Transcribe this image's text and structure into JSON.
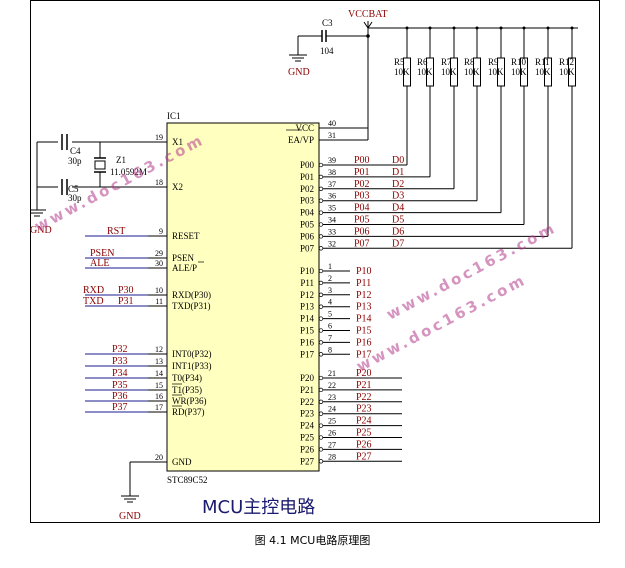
{
  "caption": "图 4.1 MCU电路原理图",
  "schematic_title": "MCU主控电路",
  "chip": {
    "ref": "IC1",
    "part": "STC89C52",
    "left_pins": [
      {
        "num": "19",
        "name": "X1"
      },
      {
        "num": "18",
        "name": "X2"
      },
      {
        "num": "9",
        "name": "RESET"
      },
      {
        "num": "29",
        "name": "PSEN"
      },
      {
        "num": "30",
        "name": "ALE/P"
      },
      {
        "num": "10",
        "name": "RXD(P30)"
      },
      {
        "num": "11",
        "name": "TXD(P31)"
      },
      {
        "num": "12",
        "name": "INT0(P32)"
      },
      {
        "num": "13",
        "name": "INT1(P33)"
      },
      {
        "num": "14",
        "name": "T0(P34)"
      },
      {
        "num": "15",
        "name": "T1(P35)"
      },
      {
        "num": "16",
        "name": "WR(P36)"
      },
      {
        "num": "17",
        "name": "RD(P37)"
      },
      {
        "num": "20",
        "name": "GND"
      }
    ],
    "right_pins": [
      {
        "num": "40",
        "name": "VCC"
      },
      {
        "num": "31",
        "name": "EA/VP"
      },
      {
        "num": "39",
        "name": "P00"
      },
      {
        "num": "38",
        "name": "P01"
      },
      {
        "num": "37",
        "name": "P02"
      },
      {
        "num": "36",
        "name": "P03"
      },
      {
        "num": "35",
        "name": "P04"
      },
      {
        "num": "34",
        "name": "P05"
      },
      {
        "num": "33",
        "name": "P06"
      },
      {
        "num": "32",
        "name": "P07"
      },
      {
        "num": "1",
        "name": "P10"
      },
      {
        "num": "2",
        "name": "P11"
      },
      {
        "num": "3",
        "name": "P12"
      },
      {
        "num": "4",
        "name": "P13"
      },
      {
        "num": "5",
        "name": "P14"
      },
      {
        "num": "6",
        "name": "P15"
      },
      {
        "num": "7",
        "name": "P16"
      },
      {
        "num": "8",
        "name": "P17"
      },
      {
        "num": "21",
        "name": "P20"
      },
      {
        "num": "22",
        "name": "P21"
      },
      {
        "num": "23",
        "name": "P22"
      },
      {
        "num": "24",
        "name": "P23"
      },
      {
        "num": "25",
        "name": "P24"
      },
      {
        "num": "26",
        "name": "P25"
      },
      {
        "num": "27",
        "name": "P26"
      },
      {
        "num": "28",
        "name": "P27"
      }
    ]
  },
  "left_nets": [
    "RST",
    "PSEN",
    "ALE",
    "RXD",
    "P30",
    "TXD",
    "P31",
    "P32",
    "P33",
    "P34",
    "P35",
    "P36",
    "P37"
  ],
  "port0_nets": [
    "P00",
    "P01",
    "P02",
    "P03",
    "P04",
    "P05",
    "P06",
    "P07"
  ],
  "port0_data": [
    "D0",
    "D1",
    "D2",
    "D3",
    "D4",
    "D5",
    "D6",
    "D7"
  ],
  "port1_nets": [
    "P10",
    "P11",
    "P12",
    "P13",
    "P14",
    "P15",
    "P16",
    "P17"
  ],
  "port2_nets": [
    "P20",
    "P21",
    "P22",
    "P23",
    "P24",
    "P25",
    "P26",
    "P27"
  ],
  "power": {
    "vcc": "VCCBAT",
    "gnd": "GND",
    "gnd_left": "GND"
  },
  "cap_c3": {
    "ref": "C3",
    "value": "104"
  },
  "cap_c4": {
    "ref": "C4",
    "value": "30p"
  },
  "cap_c5": {
    "ref": "C5",
    "value": "30p"
  },
  "crystal": {
    "ref": "Z1",
    "value": "11.0592M"
  },
  "resistors": [
    {
      "ref": "R5",
      "value": "10K"
    },
    {
      "ref": "R6",
      "value": "10K"
    },
    {
      "ref": "R7",
      "value": "10K"
    },
    {
      "ref": "R8",
      "value": "10K"
    },
    {
      "ref": "R9",
      "value": "10K"
    },
    {
      "ref": "R10",
      "value": "10K"
    },
    {
      "ref": "R11",
      "value": "10K"
    },
    {
      "ref": "R12",
      "value": "10K"
    }
  ],
  "watermarks": [
    "www.doc163.com",
    "www.doc163.com",
    "www.doc163.com"
  ]
}
